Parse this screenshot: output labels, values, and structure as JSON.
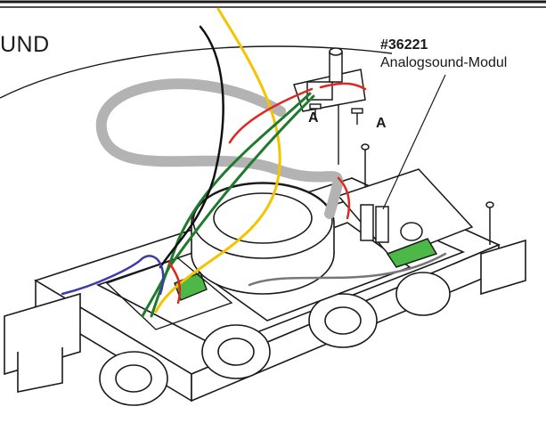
{
  "heading": "UND",
  "module": {
    "part_number": "#36221",
    "name": "Analogsound-Modul"
  },
  "callouts": {
    "a_left": "A",
    "a_right": "A"
  },
  "colors": {
    "line_art": "#1a1a1a",
    "cable_gray": "#b3b3b3",
    "wire_red": "#e0261f",
    "wire_yellow": "#f5c400",
    "wire_green": "#1f7a2e",
    "wire_blue": "#3c3ca8",
    "wire_black": "#111111",
    "terminal_green": "#4cb848"
  }
}
